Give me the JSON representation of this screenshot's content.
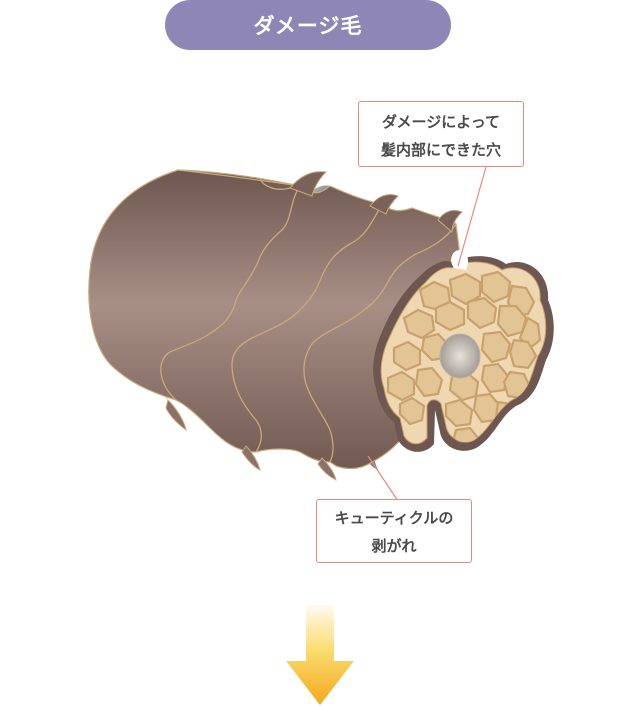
{
  "title": "ダメージ毛",
  "callouts": {
    "hole": {
      "line1": "ダメージによって",
      "line2": "髪内部にできた穴"
    },
    "cuticle": {
      "line1": "キューティクルの",
      "line2": "剥がれ"
    }
  },
  "colors": {
    "title_bg": "#8e87b6",
    "cuticle_dark": "#6e5750",
    "cuticle_light": "#a98f86",
    "cortex_fill": "#e9cfa6",
    "cortex_cell": "#d9b27c",
    "callout_border": "#e8897f",
    "arrow_top": "#fff6c8",
    "arrow_bottom": "#f3a81d"
  }
}
